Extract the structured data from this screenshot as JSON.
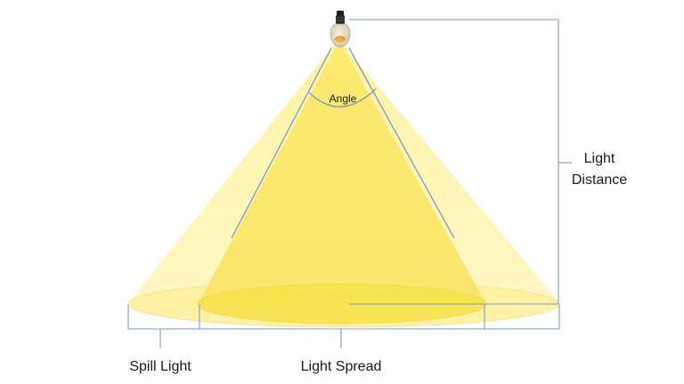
{
  "labels": {
    "angle": "Angle",
    "light_distance_line1": "Light",
    "light_distance_line2": "Distance",
    "spill_light": "Spill Light",
    "light_spread": "Light Spread"
  },
  "colors": {
    "spill_cone": "#FFF6B0",
    "spread_cone": "#FCEB7A",
    "ground_outer": "#FFF3A0",
    "ground_inner": "#F9E55A",
    "guide_line": "#7F98C8",
    "bulb_glass": "#E9E2CF",
    "bulb_base": "#2B2B2B",
    "bulb_filament": "#F0A030"
  },
  "icons": {
    "bulb": "light-bulb-icon"
  }
}
